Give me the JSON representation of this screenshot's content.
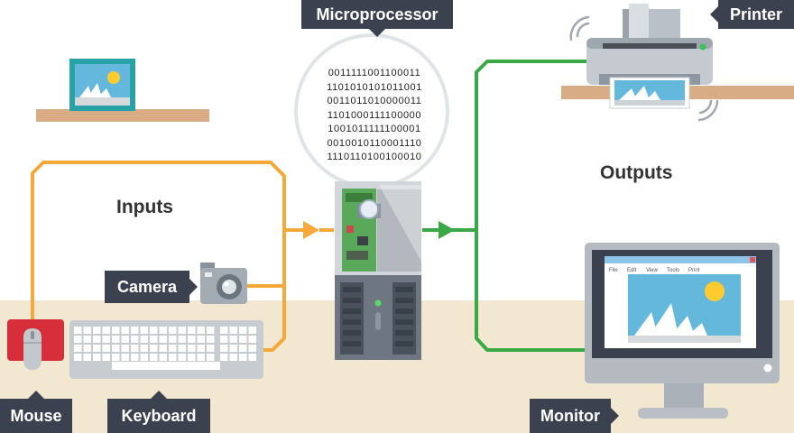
{
  "labels": {
    "microprocessor": "Microprocessor",
    "printer": "Printer",
    "inputs": "Inputs",
    "outputs": "Outputs",
    "camera": "Camera",
    "mouse": "Mouse",
    "keyboard": "Keyboard",
    "monitor": "Monitor"
  },
  "binary_lines": [
    "0011111001100011",
    "1101010101011001",
    "0011011010000011",
    "1101000111100000",
    "1001011111100001",
    "0010010110001110",
    "1110110100100010"
  ],
  "screen_menu": [
    "File",
    "Edit",
    "View",
    "Tools",
    "Print"
  ],
  "colors": {
    "input_wire": "#f4a93a",
    "output_wire": "#3aa845",
    "label_bg": "#3c4150",
    "floor": "#f2e8d2",
    "shelf": "#d8ad86"
  }
}
